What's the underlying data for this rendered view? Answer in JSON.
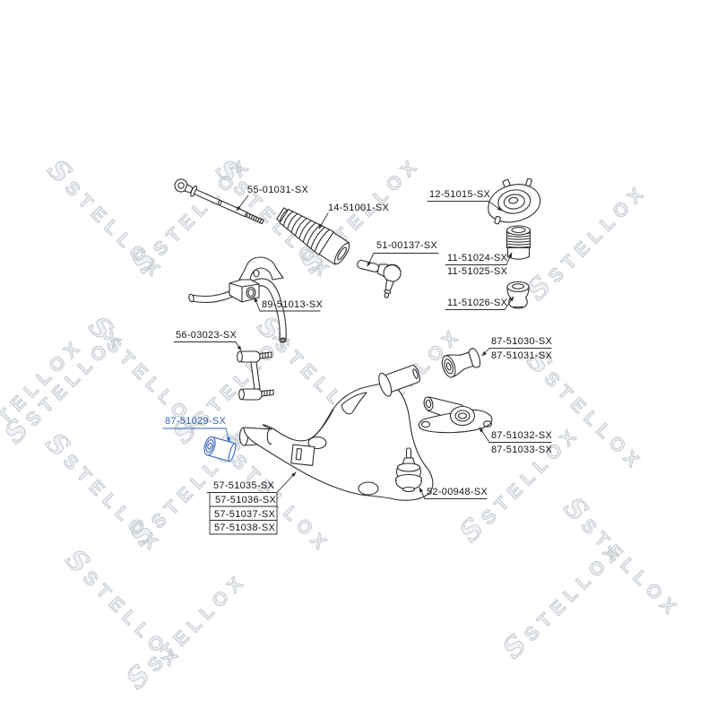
{
  "watermark": {
    "text": "STELLOX",
    "logo": "S"
  },
  "colors": {
    "line": "#2e2e2e",
    "label": "#141414",
    "highlight": "#3565b8",
    "watermark": "#c7cdd5",
    "background": "#ffffff"
  },
  "labels": {
    "tie_rod_axial": "55-01031-SX",
    "steering_boot": "14-51001-SX",
    "strut_mount": "12-51015-SX",
    "tie_rod_end": "51-00137-SX",
    "strut_boot_a": "11-51024-SX",
    "strut_boot_b": "11-51025-SX",
    "bump_stop": "11-51026-SX",
    "stab_bushing": "89-51013-SX",
    "stab_link": "56-03023-SX",
    "arm_front_bushing": "87-51029-SX",
    "control_arm_a": "57-51035-SX",
    "control_arm_b": "57-51036-SX",
    "control_arm_c": "57-51037-SX",
    "control_arm_d": "57-51038-SX",
    "arm_rear_bushing_a": "87-51030-SX",
    "arm_rear_bushing_b": "87-51031-SX",
    "arm_bracket_a": "87-51032-SX",
    "arm_bracket_b": "87-51033-SX",
    "ball_joint": "52-00948-SX"
  }
}
